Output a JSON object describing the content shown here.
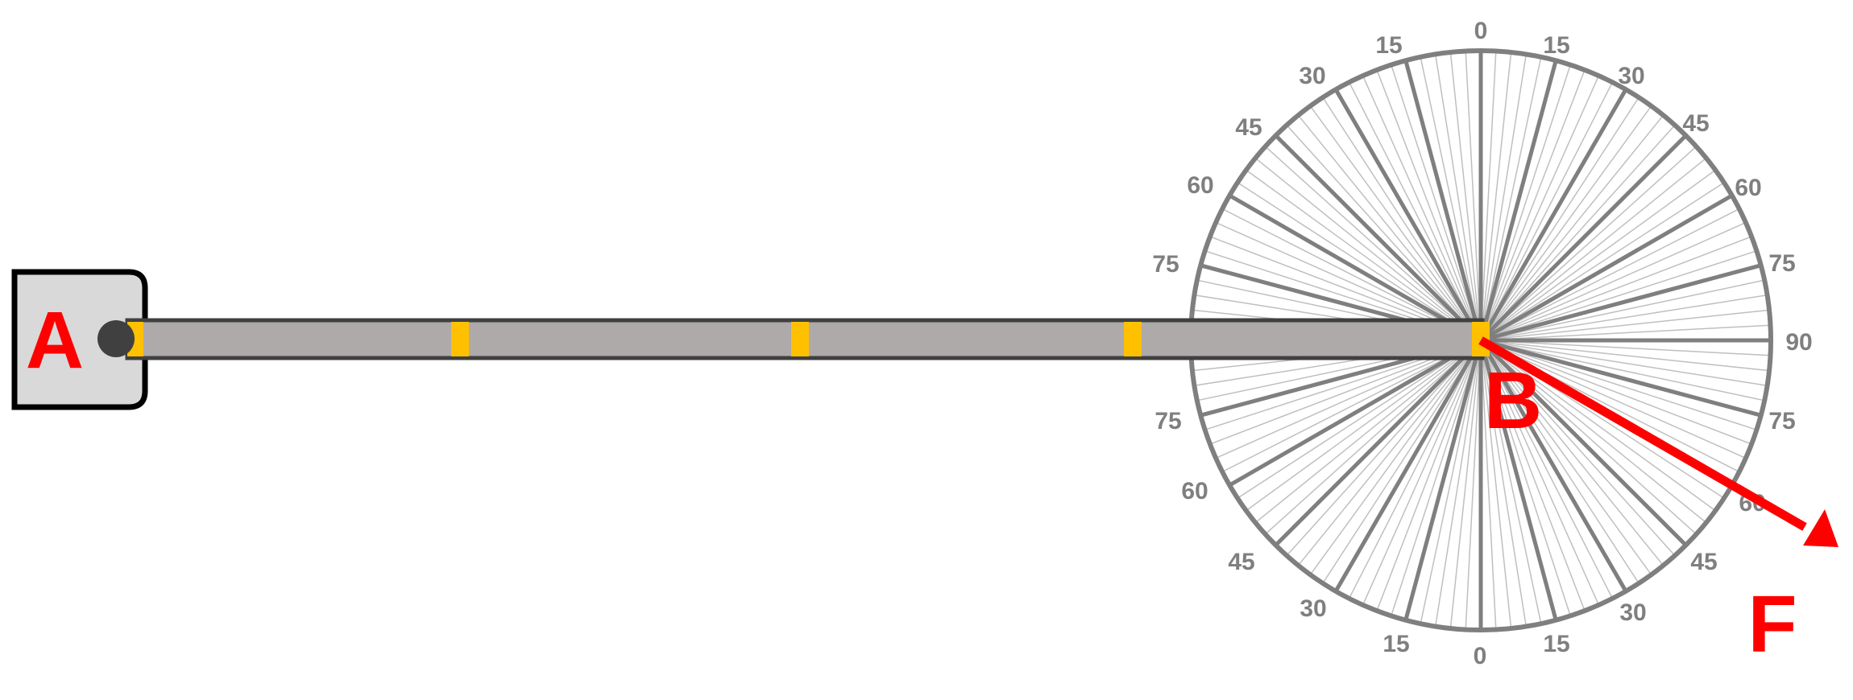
{
  "labels": {
    "support": "A",
    "point": "B",
    "force": "F"
  },
  "protractor": {
    "major_step_deg": 15,
    "minor_step_deg": 3,
    "top_labels": [
      "15",
      "30",
      "45",
      "60",
      "75",
      "0",
      "15",
      "30",
      "45",
      "60",
      "75",
      "90"
    ],
    "bottom_labels": [
      "75",
      "60",
      "45",
      "30",
      "15",
      "0",
      "15",
      "30",
      "45",
      "60",
      "75"
    ]
  },
  "force": {
    "angle_below_horizontal_deg": 30
  },
  "beam": {
    "marker_count": 5
  },
  "colors": {
    "beam_fill": "#aeaaaa",
    "beam_stroke": "#404040",
    "marker": "#ffc000",
    "protractor": "#7f7f7f",
    "force": "#ff0000",
    "support_fill": "#d9d9d9",
    "pin": "#404040"
  }
}
